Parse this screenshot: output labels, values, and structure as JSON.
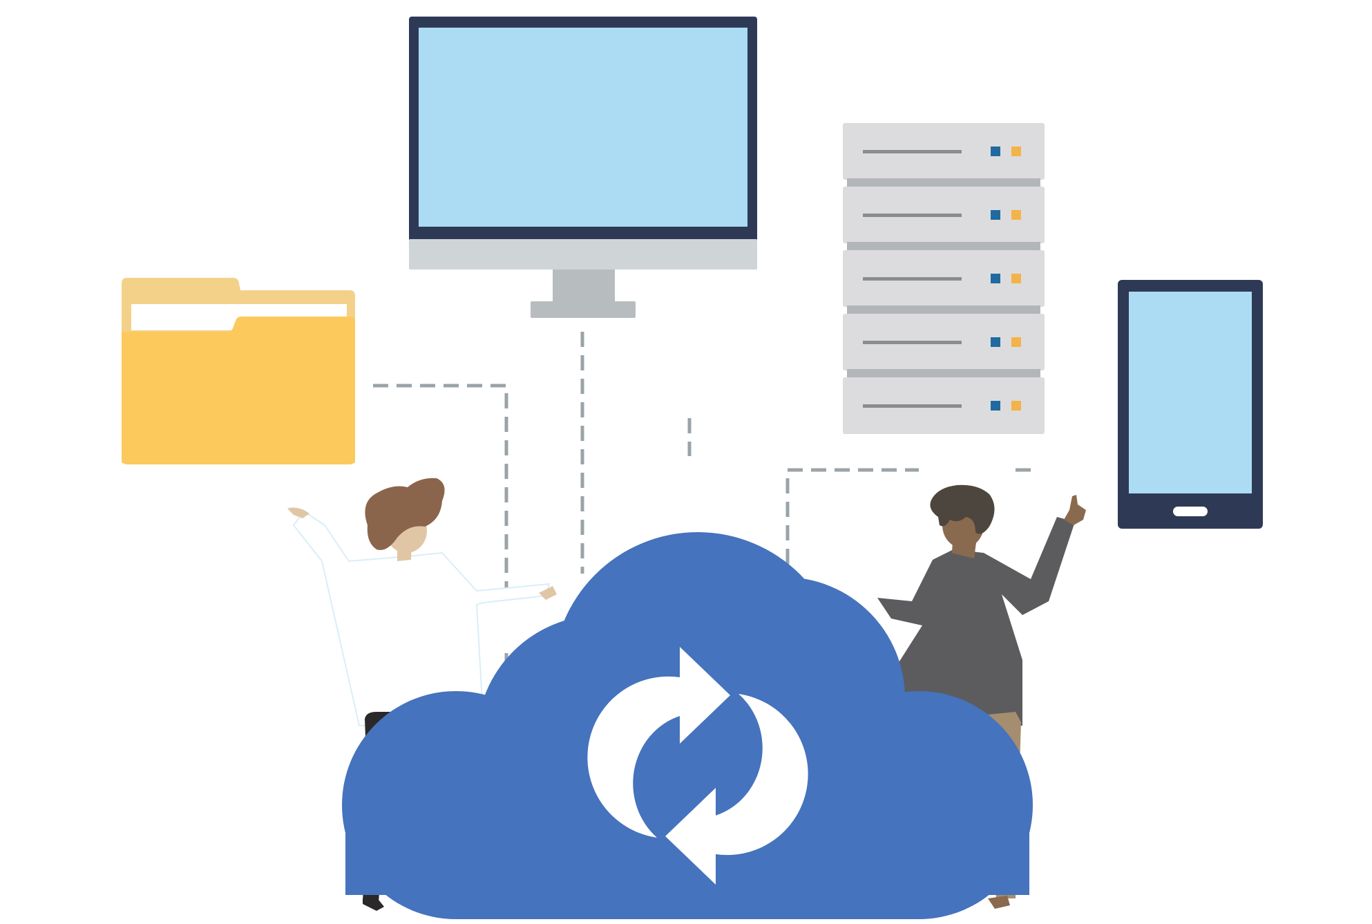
{
  "scene": {
    "title": "",
    "elements": [
      {
        "name": "folder",
        "kind": "folder-icon"
      },
      {
        "name": "desktop-monitor",
        "kind": "monitor-icon"
      },
      {
        "name": "server-rack",
        "kind": "server-icon",
        "units": 5
      },
      {
        "name": "tablet",
        "kind": "tablet-icon"
      },
      {
        "name": "cloud",
        "kind": "cloud-sync-icon"
      },
      {
        "name": "person-left",
        "kind": "person-figure"
      },
      {
        "name": "person-right",
        "kind": "person-figure"
      }
    ],
    "connectors": 5
  },
  "colors": {
    "folder_back": "#f4d188",
    "folder_front": "#fcc95c",
    "folder_paper": "#ffffff",
    "monitor_frame": "#2e3a55",
    "monitor_screen": "#abdcf4",
    "monitor_chin": "#cfd4d6",
    "monitor_stand": "#b7bcbf",
    "server_unit": "#dcdcde",
    "server_gap": "#b3b6b9",
    "server_slot": "#8a8d90",
    "server_led_blue": "#1f6aa0",
    "server_led_orange": "#f4b24a",
    "tablet_frame": "#2e3a55",
    "tablet_screen": "#abdcf4",
    "connector": "#9aa3a8",
    "cloud": "#4573bd",
    "sync_arrows": "#ffffff",
    "skin_light": "#e0c6a4",
    "hair_brown": "#8b654b",
    "skin_dark": "#8a6a4f",
    "hair_dark": "#4c463e",
    "shirt_white": "#ffffff",
    "pants_black": "#2a2828",
    "sweater_grey": "#5c5c5e",
    "pants_tan": "#a58d6f"
  }
}
